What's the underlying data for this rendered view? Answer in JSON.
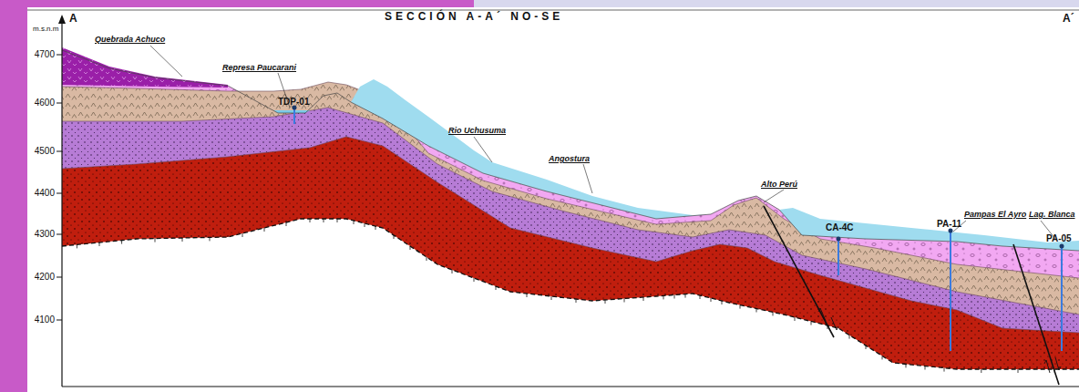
{
  "diagram": {
    "title": "SECCIÓN A-A´ NO-SE",
    "labels": [
      "A",
      "m.s.n.m",
      "4700",
      "4600",
      "4500",
      "4400",
      "4300",
      "4200",
      "4100",
      "Quebrada Achuco",
      "Represa Paucarani",
      "TDP-01",
      "Rio Uchusuma",
      "Angostura",
      "Alto Perú",
      "CA-4C",
      "Pampas El Ayro",
      "Lag. Blanca",
      "PA-11",
      "PA-05",
      "A´"
    ]
  }
}
